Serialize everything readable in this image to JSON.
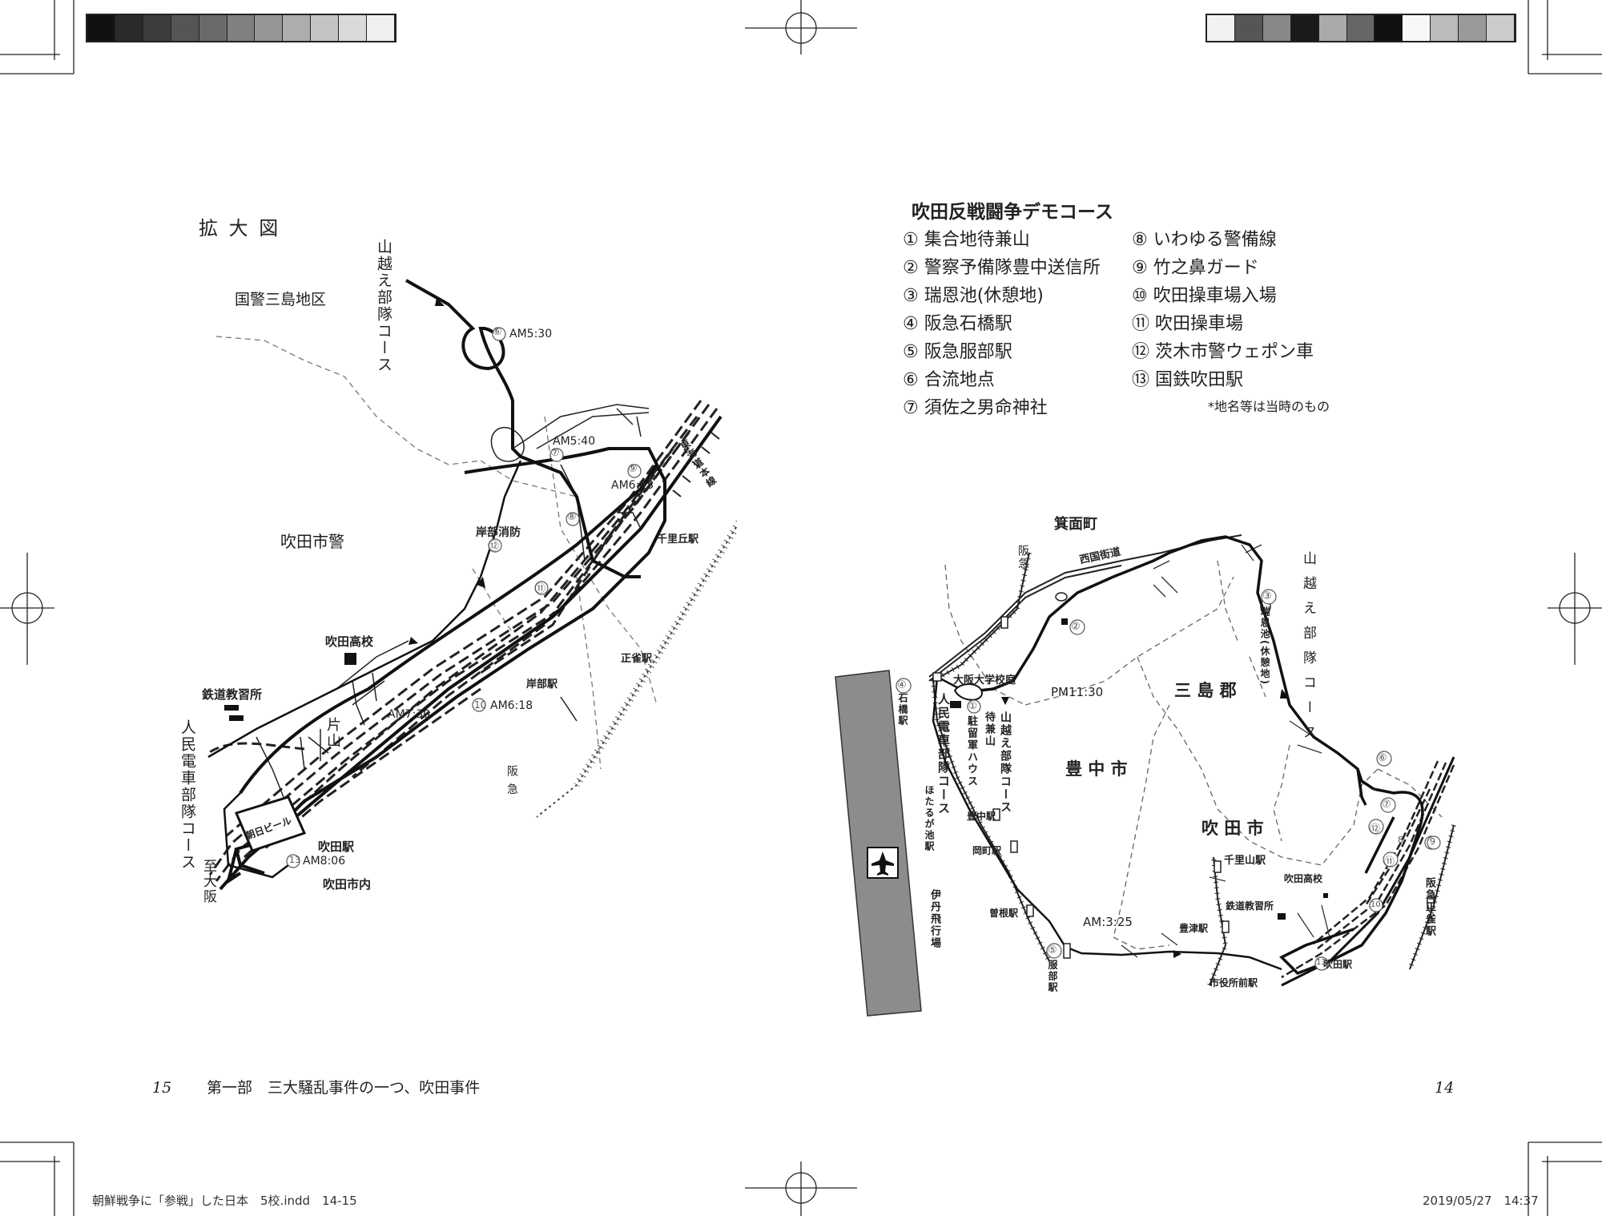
{
  "color_bars": {
    "left": [
      "#111111",
      "#2a2a2a",
      "#3c3c3c",
      "#555555",
      "#6a6a6a",
      "#808080",
      "#969696",
      "#adadad",
      "#c4c4c4",
      "#dadada",
      "#f0f0f0"
    ],
    "right": [
      "#f2f2f2",
      "#555555",
      "#888888",
      "#1a1a1a",
      "#aaaaaa",
      "#666666",
      "#111111",
      "#f8f8f8",
      "#bbbbbb",
      "#999999",
      "#cccccc"
    ]
  },
  "left_map": {
    "title": "拡 大 図",
    "labels": {
      "kokkei": "国警三島地区",
      "yamagoe": "山越え部隊コース",
      "suita_police": "吹田市警",
      "suita_hs": "吹田高校",
      "rail_school": "鉄道教習所",
      "katayama": "片山",
      "people_course": "人民電車部隊コース",
      "to_osaka": "至大阪",
      "asahi": "朝日ビール",
      "suita_sta": "吹田駅",
      "suita_city": "吹田市内",
      "kishibe_fire": "岸部消防",
      "senriokaeki": "千里丘駅",
      "shojaku": "正雀駅",
      "kishibe_sta": "岸部駅",
      "tokaido": "東海道本線",
      "hankyu": "阪 急"
    },
    "times": {
      "t6": "AM5:30",
      "t7": "AM5:40",
      "t9": "AM6:43",
      "t10": "AM6:18",
      "t730": "AM7:30",
      "t13": "AM8:06"
    },
    "markers": {
      "m6": "⑥",
      "m7": "⑦",
      "m8": "⑧",
      "m9": "⑨",
      "m10": "10",
      "m11": "⑪",
      "m12": "⑫",
      "m13": "13"
    }
  },
  "legend": {
    "title": "吹田反戦闘争デモコース",
    "col1": [
      "① 集合地待兼山",
      "② 警察予備隊豊中送信所",
      "③ 瑞恩池(休憩地)",
      "④ 阪急石橋駅",
      "⑤ 阪急服部駅",
      "⑥ 合流地点",
      "⑦ 須佐之男命神社"
    ],
    "col2": [
      "⑧ いわゆる警備線",
      "⑨ 竹之鼻ガード",
      "⑩ 吹田操車場入場",
      "⑪ 吹田操車場",
      "⑫ 茨木市警ウェポン車",
      "⑬ 国鉄吹田駅"
    ],
    "note": "*地名等は当時のもの"
  },
  "right_map": {
    "labels": {
      "minoh": "箕面町",
      "saigoku": "西国街道",
      "hankyu_v": "阪急",
      "yamagoe_v": "山越え部隊コース",
      "zuion": "瑞恩池(休憩地)",
      "mishima": "三 島 郡",
      "handai": "大阪大学校庭",
      "pm1130": "PM11:30",
      "ishibashi": "石橋駅",
      "people_v": "人民電車部隊コース",
      "chuuryu": "駐留軍ハウス",
      "machikane": "待兼山",
      "yamagoe2": "山越え部隊コース",
      "toyonaka_city": "豊 中 市",
      "suita_city": "吹 田 市",
      "hotarugaike": "ほたるが池駅",
      "toyonaka_sta": "豊中駅",
      "okamachi": "岡町駅",
      "sone": "曽根駅",
      "itami": "伊丹飛行場",
      "am325": "AM:3:25",
      "hattori": "服部駅",
      "toyotsu": "豊津駅",
      "shiyakusho": "市役所前駅",
      "suita_sta": "吹田駅",
      "senriyama": "千里山駅",
      "suita_hs": "吹田高校",
      "rail_school": "鉄道教習所",
      "hankyu_shojaku": "阪急正雀駅"
    },
    "markers": {
      "m1": "①",
      "m2": "②",
      "m3": "③",
      "m4": "④",
      "m5": "⑤",
      "m6": "⑥",
      "m7": "⑦",
      "m8": "8",
      "m9": "9",
      "m10": "10",
      "m11": "⑪",
      "m12": "⑫",
      "m13": "13"
    }
  },
  "footer": {
    "folio_left": "15",
    "running_head": "第一部　三大騒乱事件の一つ、吹田事件",
    "folio_right": "14",
    "file_info": "朝鮮戦争に「参戦」した日本　5校.indd　14-15",
    "timestamp": "2019/05/27　14:37"
  }
}
